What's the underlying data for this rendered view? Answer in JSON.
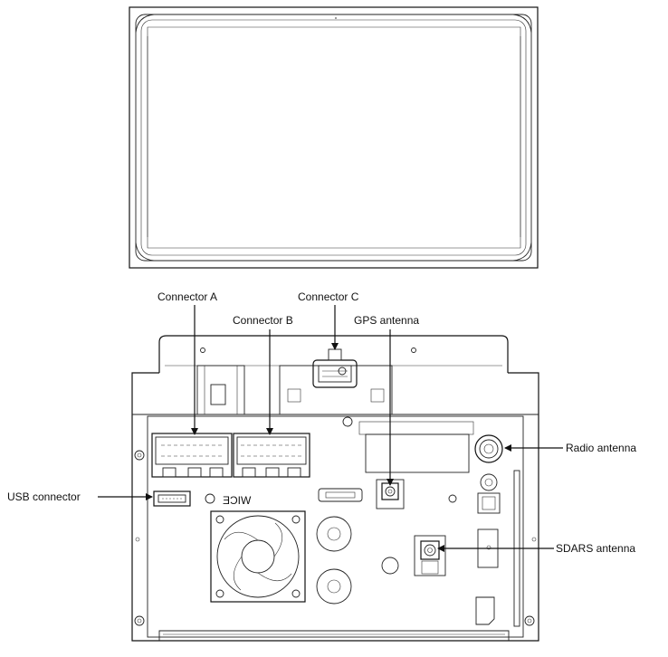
{
  "labels": {
    "connector_a": "Connector A",
    "connector_b": "Connector B",
    "connector_c": "Connector C",
    "gps_antenna": "GPS antenna",
    "radio_antenna": "Radio antenna",
    "usb_connector": "USB connector",
    "sdars_antenna": "SDARS antenna",
    "rear_marking": "ƎƆIW"
  },
  "colors": {
    "line": "#111111",
    "background": "#ffffff"
  }
}
